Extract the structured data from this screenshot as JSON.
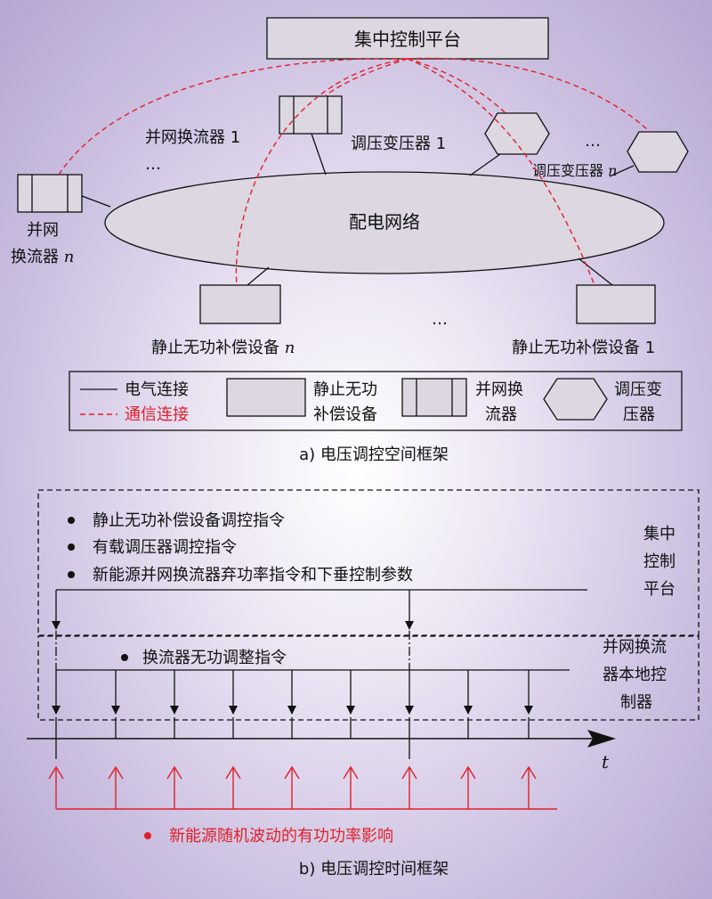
{
  "top": {
    "platform": "集中控制平台",
    "grid": "配电网络",
    "converter1": "并网换流器 1",
    "dots_left": "…",
    "converter_n_line1": "并网",
    "converter_n_line2": "换流器",
    "n": "n",
    "regulator1": "调压变压器 1",
    "dots_right": "…",
    "regulator_n": "调压变压器",
    "dots_bottom": "…",
    "svc_n": "静止无功补偿设备",
    "svc_1": "静止无功补偿设备 1",
    "legend": {
      "electrical": "电气连接",
      "communication": "通信连接",
      "svc_line1": "静止无功",
      "svc_line2": "补偿设备",
      "conv_line1": "并网换",
      "conv_line2": "流器",
      "reg_line1": "调压变",
      "reg_line2": "压器"
    },
    "caption": "a) 电压调控空间框架"
  },
  "bottom": {
    "bullet1": "静止无功补偿设备调控指令",
    "bullet2": "有载调压器调控指令",
    "bullet3": "新能源并网换流器弃功率指令和下垂控制参数",
    "platform_line1": "集中",
    "platform_line2": "控制",
    "platform_line3": "平台",
    "local_bullet": "换流器无功调整指令",
    "local_line1": "并网换流",
    "local_line2": "器本地控",
    "local_line3": "制器",
    "t_label": "t",
    "red_bullet": "新能源随机波动的有功功率影响",
    "caption": "b) 电压调控时间框架"
  },
  "colors": {
    "red": "#e0202a",
    "box_fill": "#dcd7e0",
    "line": "#111111"
  }
}
